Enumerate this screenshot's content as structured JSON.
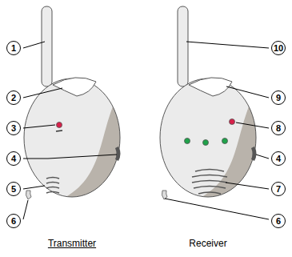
{
  "diagram": {
    "labels": [
      "1",
      "2",
      "3",
      "4",
      "5",
      "6",
      "Transmitter",
      "10",
      "9",
      "8",
      "4",
      "7",
      "6",
      "Receiver"
    ]
  }
}
